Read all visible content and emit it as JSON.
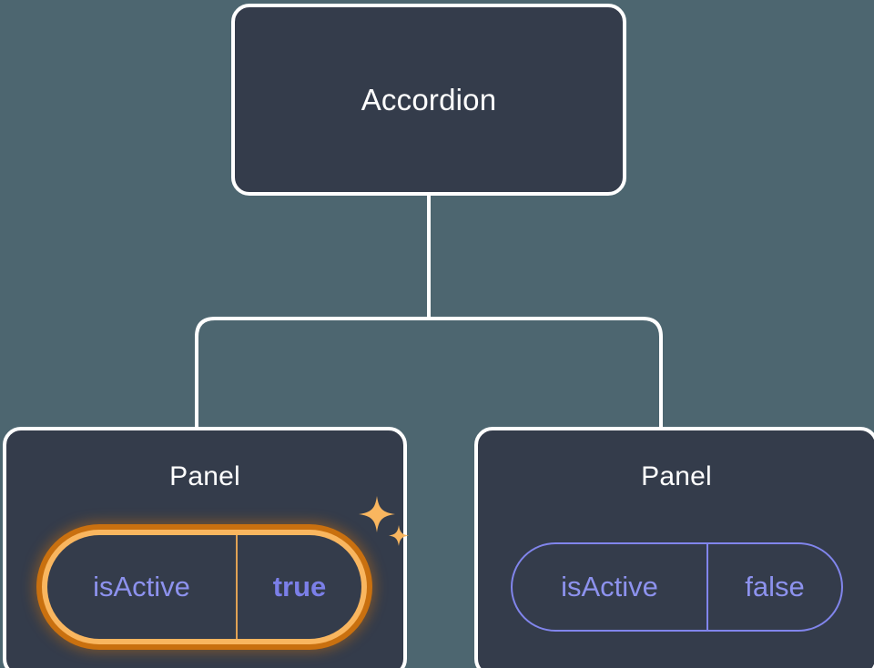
{
  "diagram": {
    "type": "component-tree",
    "background_color": "#4d6670",
    "card_fill_color": "#343c4b",
    "card_border_color": "#ffffff",
    "connector_color": "#ffffff",
    "highlight_color": "#f9b65f",
    "highlight_outer_color": "#c9700f",
    "prop_text_color": "#8d92ee",
    "prop_value_highlight_color": "#7b7fe8",
    "root": {
      "title": "Accordion"
    },
    "children": [
      {
        "title": "Panel",
        "highlighted": true,
        "prop": {
          "key": "isActive",
          "value": "true"
        },
        "sparkle_icons": [
          "sparkle-large-icon",
          "sparkle-small-icon"
        ]
      },
      {
        "title": "Panel",
        "highlighted": false,
        "prop": {
          "key": "isActive",
          "value": "false"
        }
      }
    ]
  }
}
